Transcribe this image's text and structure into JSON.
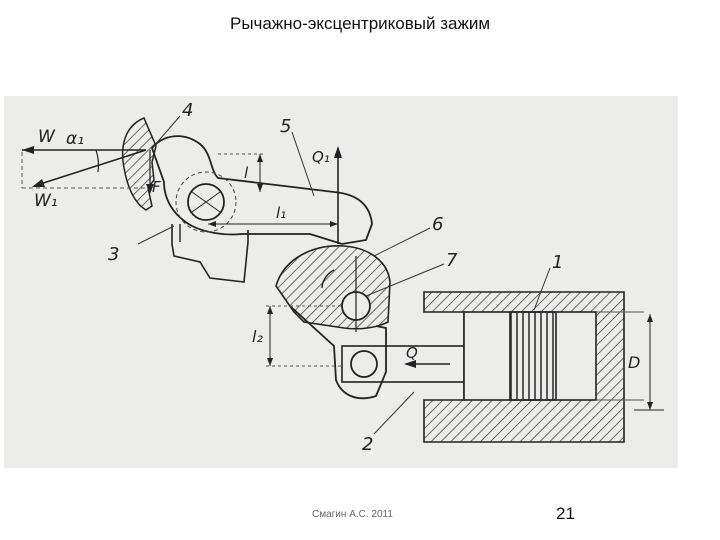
{
  "slide": {
    "title": "Рычажно-эксцентриковый зажим",
    "footer_author": "Смагин А.С. 2011",
    "page_number": "21"
  },
  "figure": {
    "labels": {
      "W": "W",
      "alpha1": "α₁",
      "W1": "W₁",
      "F": "F",
      "n3": "3",
      "n4": "4",
      "n5": "5",
      "Q1": "Q₁",
      "l": "l",
      "l1": "l₁",
      "n6": "6",
      "n7": "7",
      "n1": "1",
      "l2": "l₂",
      "Q": "Q",
      "D": "D",
      "n2": "2"
    }
  }
}
